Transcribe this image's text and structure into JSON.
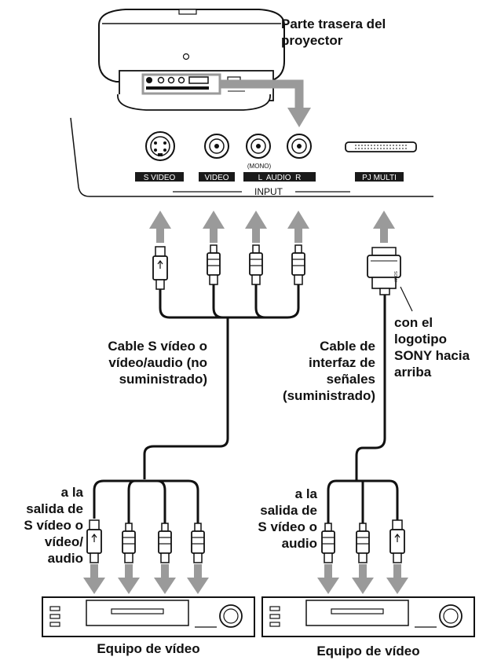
{
  "labels": {
    "projector_rear": [
      "Parte trasera del",
      "proyector"
    ],
    "cable_svideo": [
      "Cable S vídeo o",
      "vídeo/audio (no",
      "suministrado)"
    ],
    "cable_signal": [
      "Cable de",
      "interfaz de",
      "señales",
      "(suministrado)"
    ],
    "sony_logo": [
      "con el",
      "logotipo",
      "SONY hacia",
      "arriba"
    ],
    "left_output": [
      "a la",
      "salida de",
      "S vídeo o",
      "vídeo/",
      "audio"
    ],
    "right_output": [
      "a la",
      "salida de",
      "S vídeo o",
      "audio"
    ],
    "left_equipment": "Equipo de vídeo",
    "right_equipment": "Equipo de vídeo"
  },
  "panel": {
    "svideo": "S VIDEO",
    "video": "VIDEO",
    "mono": "(MONO)",
    "audio": "L  AUDIO  R",
    "pj_multi": "PJ MULTI",
    "input": "INPUT"
  },
  "colors": {
    "arrow": "#9a9a9a",
    "line": "#111111",
    "label_bg": "#1a1a1a"
  }
}
